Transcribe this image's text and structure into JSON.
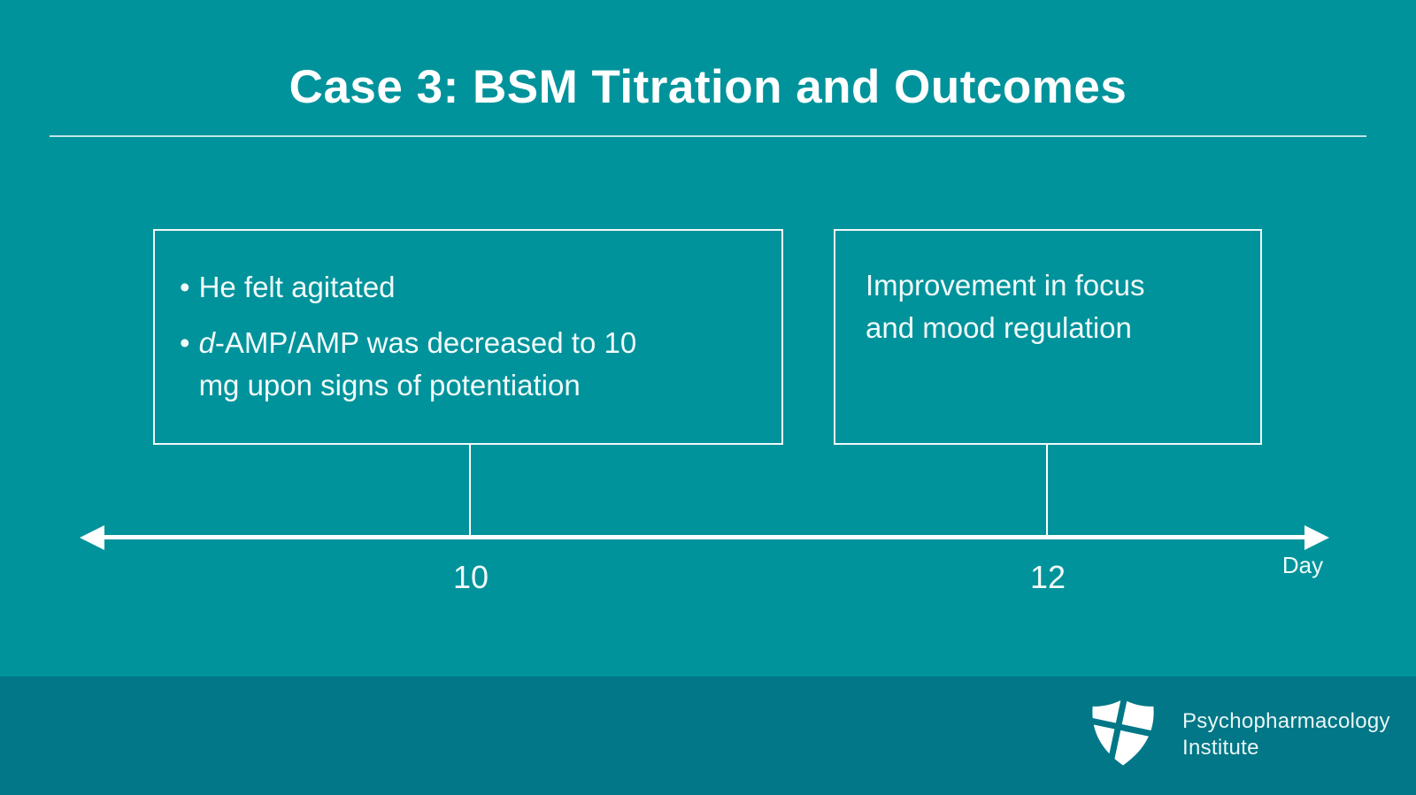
{
  "title": "Case 3: BSM Titration and Outcomes",
  "colors": {
    "background": "#00939B",
    "footer_band": "#017787",
    "text": "#F1FAFA",
    "box_border": "#FFFFFF",
    "axis": "#FFFFFF"
  },
  "diagram": {
    "type": "timeline",
    "left_box": {
      "bullet_char": "•",
      "bullet1": "He felt agitated",
      "bullet2_italic": "d",
      "bullet2_rest": "-AMP/AMP was decreased to 10 mg upon signs of potentiation"
    },
    "right_box": {
      "text": "Improvement in focus and mood regulation"
    },
    "timeline": {
      "ticks": [
        {
          "label": "10"
        },
        {
          "label": "12"
        }
      ],
      "axis_label": "Day"
    }
  },
  "footer": {
    "logo": "shield-cross-logo",
    "brand_line1": "Psychopharmacology",
    "brand_line2": "Institute"
  }
}
